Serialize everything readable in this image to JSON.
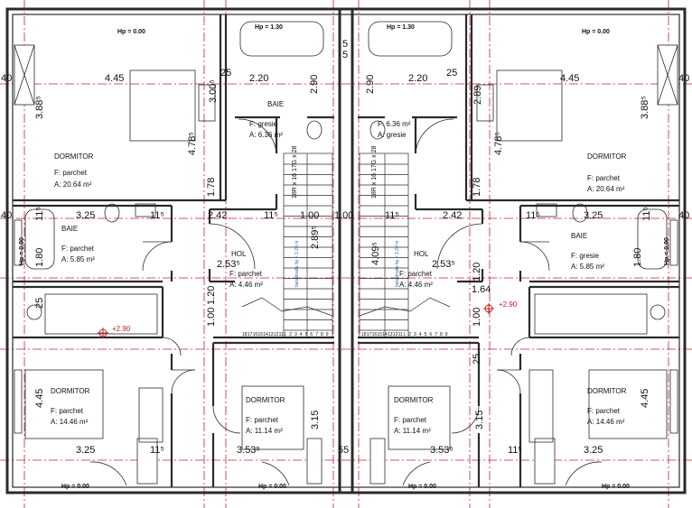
{
  "colors": {
    "wall": "#2b2b2b",
    "grid": "#c8202a",
    "dim": "#111111",
    "marker": "#c8202a",
    "stair_note": "#2a5fb0",
    "background": "#ffffff"
  },
  "hp_left": {
    "top_left": "Hp = 0.00",
    "top_bath": "Hp = 1.30",
    "bath_side": "Hp = 0.90",
    "bottom_left": "Hp = 0.00",
    "bottom_mid": "Hp = 0.00"
  },
  "hp_right": {
    "top_right": "Hp = 0.00",
    "top_bath": "Hp = 1.30",
    "bath_side": "Hp = 0.90",
    "bottom_right": "Hp = 0.00",
    "bottom_mid": "Hp = 0.00"
  },
  "rooms_left": {
    "dormitor_top": {
      "name": "DORMITOR",
      "floor": "F:   parchet",
      "area": "A: 20.64 m²"
    },
    "baie_small": {
      "name": "BAIE",
      "floor": "F:  parchet",
      "area": "A:  5.85 m²"
    },
    "baie_top": {
      "name": "BAIE",
      "floor": "F:   gresie",
      "area": "A: 6.36 m²"
    },
    "hol": {
      "name": "HOL",
      "floor": "F: parchet",
      "area": "A: 4.46 m²"
    },
    "dormitor_bl": {
      "name": "DORMITOR",
      "floor": "F:  parchet",
      "area": "A: 14.46 m²"
    },
    "dormitor_bm": {
      "name": "DORMITOR",
      "floor": "F:   parchet",
      "area": "A: 11.14 m²"
    }
  },
  "rooms_right": {
    "dormitor_top": {
      "name": "DORMITOR",
      "floor": "F:   parchet",
      "area": "A: 20.64 m²"
    },
    "baie_small": {
      "name": "BAIE",
      "floor": "F:   gresie",
      "area": "A:  5.85 m²"
    },
    "baie_top": {
      "name": "",
      "floor": "F:  6.36 m²",
      "area": "A:  gresie"
    },
    "hol": {
      "name": "HOL",
      "floor": "F: parchet",
      "area": "A: 4.46 m²"
    },
    "dormitor_br": {
      "name": "DORMITOR",
      "floor": "F:  parchet",
      "area": "A: 14.46 m²"
    },
    "dormitor_bm": {
      "name": "DORMITOR",
      "floor": "F:   parchet",
      "area": "A: 11.14 m²"
    }
  },
  "dims_left": {
    "d445": "4.45",
    "d220": "2.20",
    "d25": "25",
    "d290": "2.90",
    "d5": "5",
    "d40": "40",
    "d3885": "3.88⁵",
    "d3005": "3.00⁵",
    "d4785": "4.78⁵",
    "d115a": "11⁵",
    "d325": "3.25",
    "d115b": "11⁵",
    "d242": "2.42",
    "d115c": "11⁵",
    "d100": "1.00",
    "d178": "1.78",
    "d180": "1.80",
    "d40b": "40",
    "d2535": "2.53⁵",
    "d120": "1.20",
    "d100b": "1.00",
    "d2895": "2.89⁵",
    "d25b": "25",
    "d445v": "4.45",
    "d325b": "3.25",
    "d115d": "11⁵",
    "d3535": "3.53⁵",
    "d315": "3.15",
    "d55": "55"
  },
  "dims_right": {
    "d445": "4.45",
    "d220": "2.20",
    "d25": "25",
    "d290": "2.90",
    "d5": "5",
    "d40": "40",
    "d3885": "3.88⁵",
    "d2885": "2.89",
    "d4785": "4.78⁵",
    "d115a": "11⁵",
    "d325": "3.25",
    "d115b": "11⁵",
    "d242": "2.42",
    "d115c": "11⁵",
    "d100": "1.00",
    "d178": "1.78",
    "d180": "1.80",
    "d40b": "40",
    "d2535": "2.53⁵",
    "d120": "1.20",
    "d164": "1.64",
    "d100b": "1.00",
    "d4095": "4.09⁵",
    "d25b": "25",
    "d445v": "4.45",
    "d325b": "3.25",
    "d115d": "11⁵",
    "d3535": "3.53⁵",
    "d315": "3.15"
  },
  "stairs": {
    "left_note": "balustrada hp = 1.20 m",
    "right_note": "balustrada hp = 1.20 m",
    "left_step": "18R x 16 17G x 28",
    "right_step": "18R x 16 17G x 28"
  },
  "levels": {
    "left": "+2.90",
    "right": "+2.90"
  },
  "step_numbers_left": [
    "18",
    "17",
    "16",
    "15",
    "14",
    "13",
    "12",
    "11",
    "1",
    "2",
    "3",
    "4",
    "5",
    "6",
    "7",
    "8",
    "9"
  ],
  "step_numbers_right": [
    "18",
    "17",
    "16",
    "15",
    "14",
    "13",
    "12",
    "11",
    "1",
    "2",
    "3",
    "4",
    "5",
    "6",
    "7",
    "8",
    "9"
  ]
}
